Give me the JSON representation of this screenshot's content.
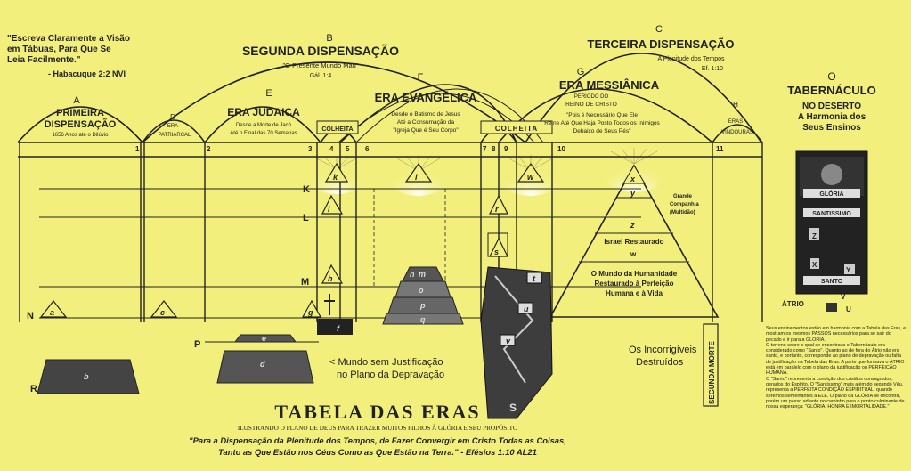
{
  "quote_top": {
    "line1": "\"Escreva Claramente a Visão",
    "line2": "em Tábuas, Para Que Se",
    "line3": "Leia Facilmente.\"",
    "ref": "- Habacuque 2:2 NVI"
  },
  "dispensations": {
    "a": {
      "letter": "A",
      "title1": "PRIMEIRA",
      "title2": "DISPENSAÇÃO",
      "sub": "1656 Anos até o Dilúvio"
    },
    "b": {
      "letter": "B",
      "title": "SEGUNDA DISPENSAÇÃO",
      "sub": "\"O Presente Mundo Mau\"",
      "ref": "Gál. 1:4"
    },
    "c": {
      "letter": "C",
      "title": "TERCEIRA DISPENSAÇÃO",
      "sub": "A Plenitude dos Tempos",
      "ref": "Ef. 1:10"
    }
  },
  "eras": {
    "d": {
      "letter": "D",
      "line1": "ERA",
      "line2": "PATRIARCAL"
    },
    "e": {
      "letter": "E",
      "title": "ERA JUDAICA",
      "line1": "Desde a Morte de Jacó",
      "line2": "Até o Final das 70 Semanas"
    },
    "f": {
      "letter": "F",
      "title": "ERA EVANGÉLICA",
      "line1": "Desde o Batismo de Jesus",
      "line2": "Até a Consumação da",
      "line3": "\"Igreja Que é Seu Corpo\""
    },
    "g": {
      "letter": "G",
      "title": "ERA MESSIÂNICA",
      "line1": "PERÍODO DO",
      "line2": "REINO DE CRISTO",
      "line3": "\"Pois é Necessário Que Ele",
      "line4": "Reine Até Que Haja Posto Todos os Inimigos",
      "line5": "Debaixo de Seus Pés\""
    },
    "h": {
      "letter": "H",
      "line1": "ERAS",
      "line2": "VINDOURAS"
    }
  },
  "harvest": {
    "left": "COLHEITA",
    "right": "COLHEITA"
  },
  "numbers": [
    "1",
    "2",
    "3",
    "4",
    "5",
    "6",
    "7",
    "8",
    "9",
    "10",
    "11"
  ],
  "planes": [
    "K",
    "L",
    "M",
    "N",
    "P",
    "R"
  ],
  "marks": [
    "a",
    "b",
    "c",
    "d",
    "e",
    "f",
    "g",
    "h",
    "i",
    "k",
    "l",
    "m",
    "n",
    "o",
    "p",
    "q",
    "r",
    "s",
    "t",
    "u",
    "v",
    "w",
    "x",
    "y",
    "z",
    "S"
  ],
  "pyramid": {
    "grande1": "Grande",
    "grande2": "Companhia",
    "grande3": "(Multidão)",
    "israel": "Israel Restaurado",
    "mundo1": "O Mundo da Humanidade",
    "mundo2": "Restaurado à Perfeição",
    "mundo3": "Humana e à Vida"
  },
  "labels": {
    "incorrigiveis1": "Os Incorrigíveis",
    "incorrigiveis2": "Destruídos",
    "segunda_morte": "SEGUNDA MORTE",
    "mundo_sem1": "< Mundo sem Justificação",
    "mundo_sem2": "no Plano da Depravação"
  },
  "tabernacle": {
    "o": "O",
    "title": "TABERNÁCULO",
    "sub1": "NO DESERTO",
    "sub2": "A Harmonia dos",
    "sub3": "Seus Ensinos",
    "gloria": "GLÓRIA",
    "santissimo": "SANTISSIMO",
    "santo": "SANTO",
    "atrio": "ÁTRIO",
    "z": "Z",
    "x": "X",
    "y": "Y",
    "v": "V",
    "u": "U"
  },
  "side_text": [
    "Seus ensinamentos estão em harmonia com a Tabela das Eras, e mostram os mesmos PASSOS necessários para se sair do pecado e ir para a GLÓRIA.",
    "O terreno sobre o qual se encontrava o Tabernáculo era considerado como \"Santo\". Quanto ao de fora do Átrio não era santo, e portanto, corresponde ao plano de depravação ou falta de justificação na Tabela das Eras. A parte que formava o ÁTRIO está em paralelo com o plano da justificação ou PERFEIÇÃO HUMANA.",
    "O \"Santo\" representa a condição dos cristãos consagrados, gerados do Espírito. O \"Santíssimo\" mais além do segundo Véu, representa a PERFEITA CONDIÇÃO ESPIRITUAL, quando seremos semelhantes a ELE. O plano da GLÓRIA se encontra, porém um passo adiante no caminho para o ponto culminante de nossa esperança: \"GLÓRIA, HONRA E IMORTALIDADE.\""
  ],
  "footer": {
    "title": "TABELA DAS ERAS",
    "sub": "ILUSTRANDO O PLANO DE DEUS PARA TRAZER MUITOS FILHOS À GLÓRIA E SEU PROPÓSITO",
    "quote1": "\"Para a Dispensação da Plenitude dos Tempos, de Fazer Convergir em Cristo Todas as Coisas,",
    "quote2": "Tanto as Que Estão nos Céus Como as Que Estão na Terra.\" - Efésios 1:10 AL21"
  },
  "colors": {
    "background": "#f2ef7c",
    "ink": "#222222",
    "dark": "#333333"
  }
}
